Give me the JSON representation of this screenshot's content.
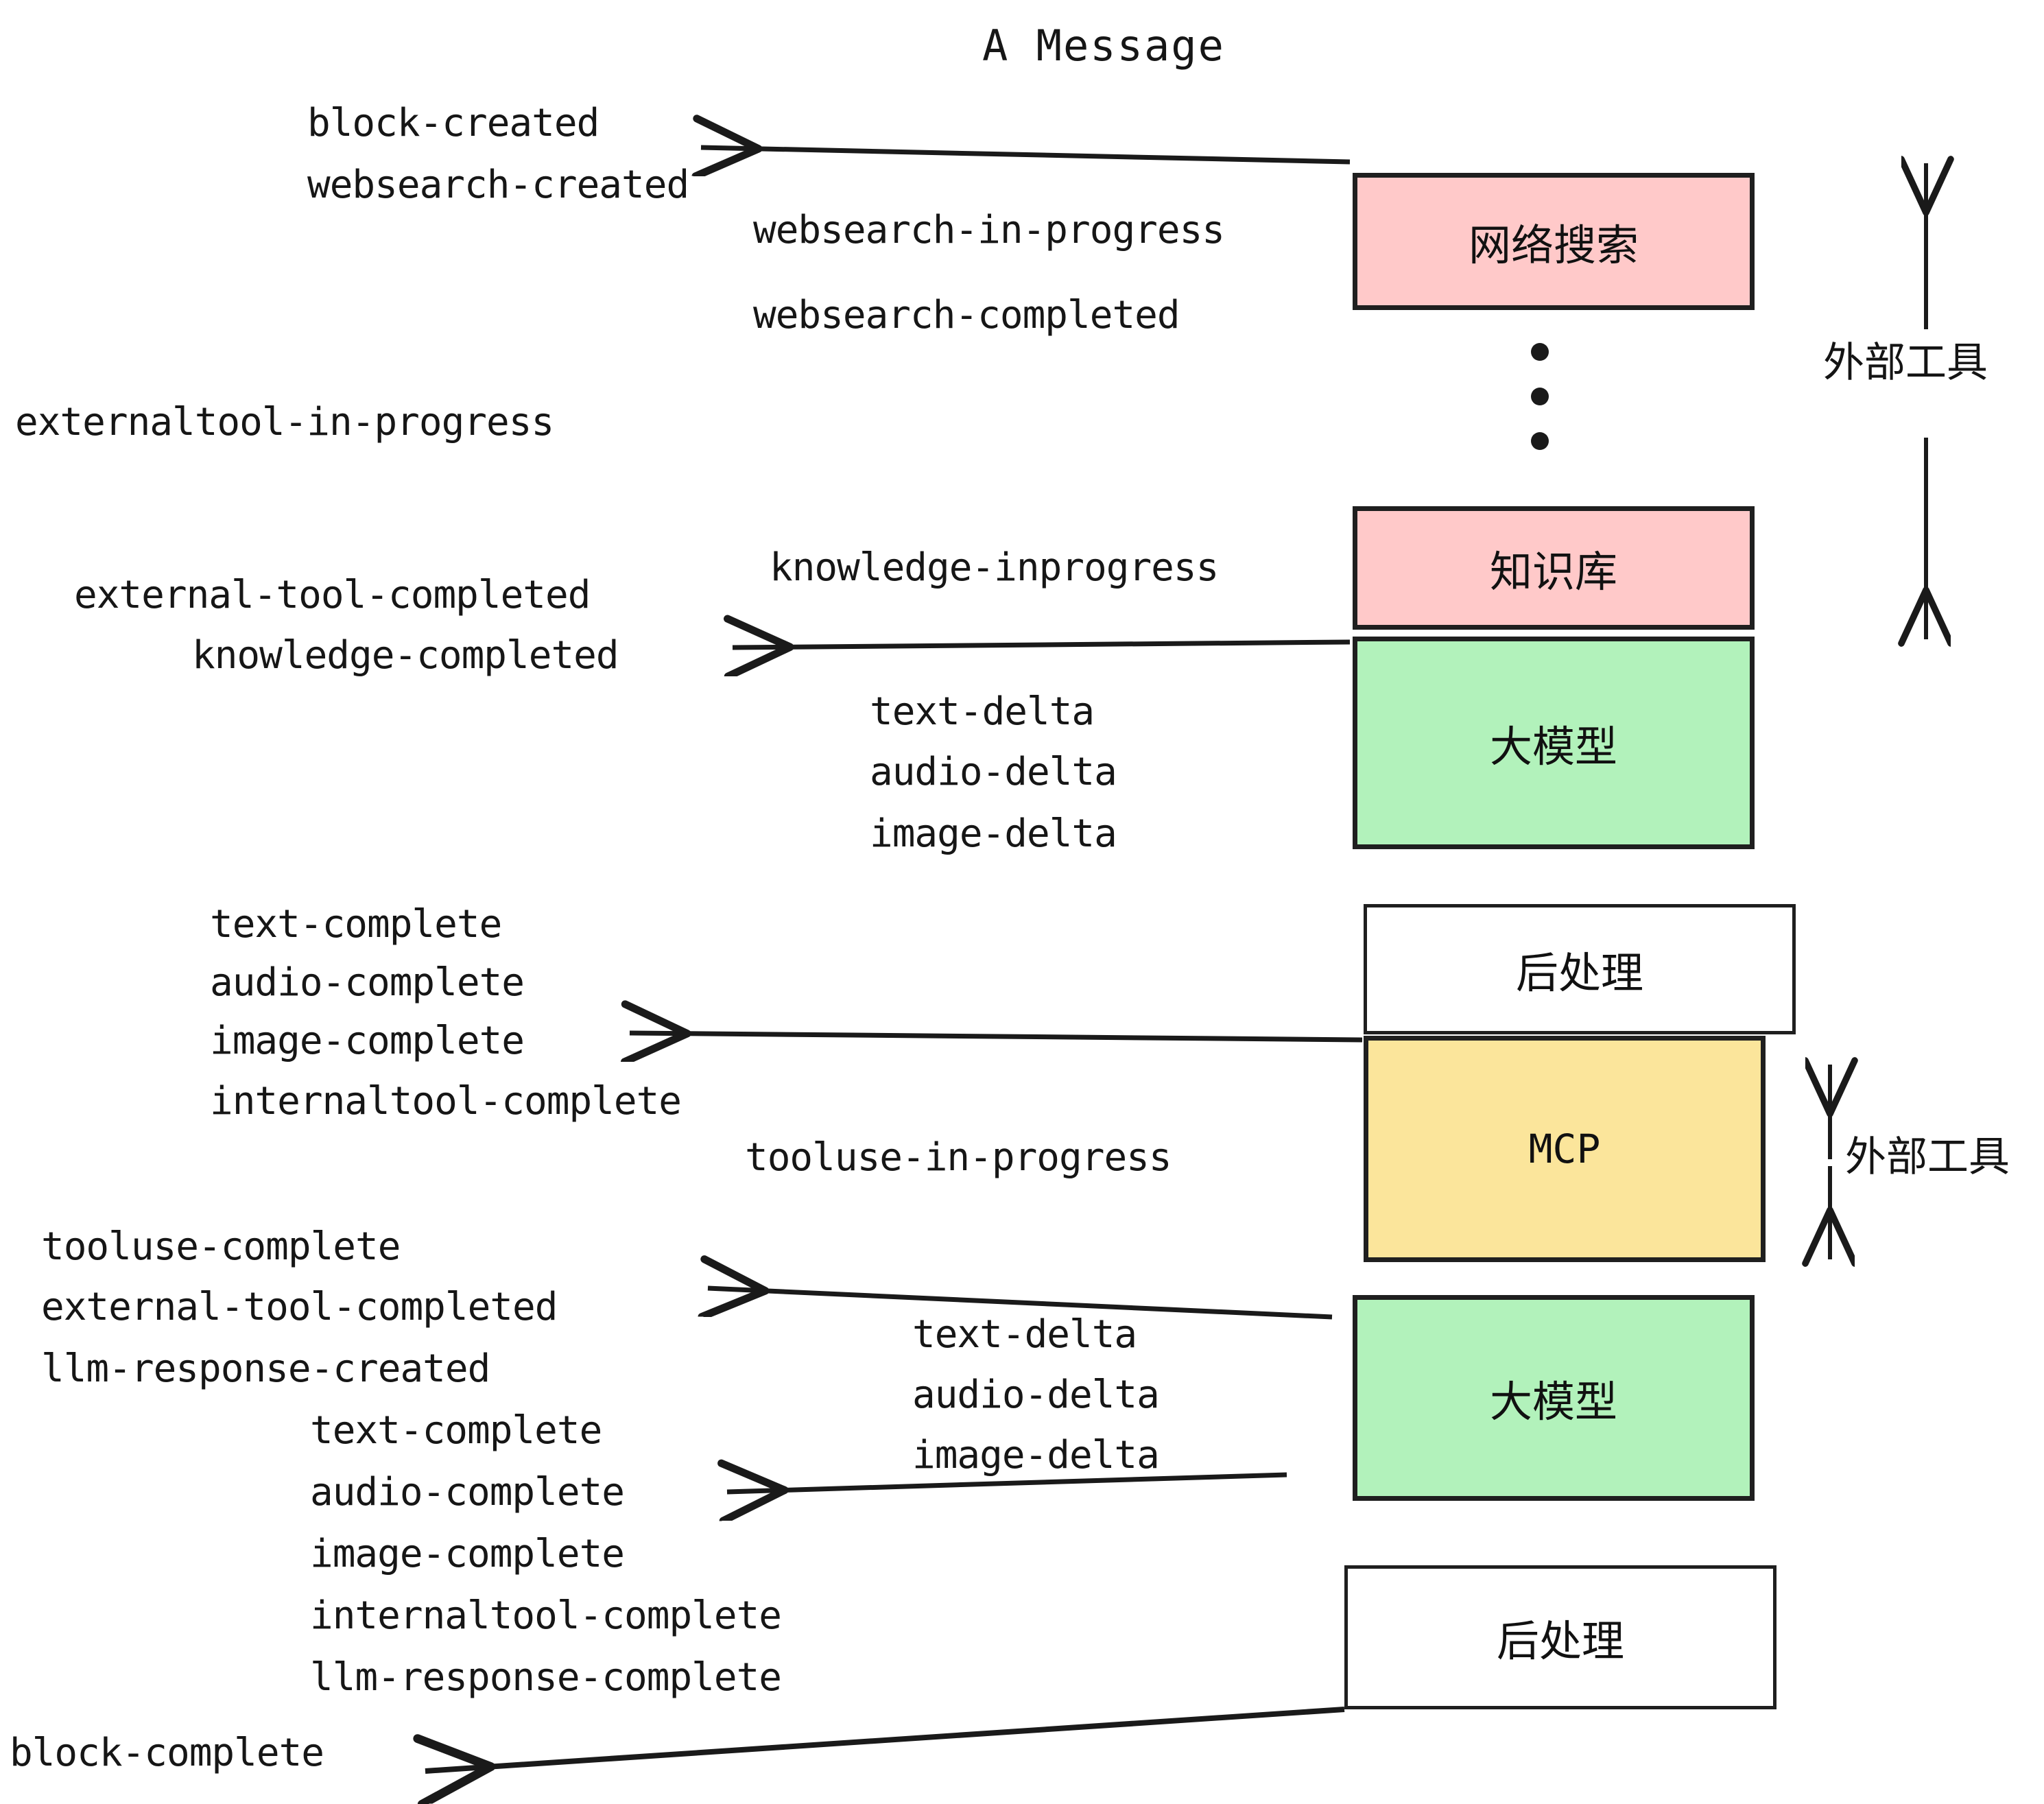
{
  "title": "A Message",
  "colors": {
    "pink": "#FFC9C9",
    "green": "#B2F2BB",
    "yellow": "#FBE59B",
    "white": "#FFFFFF",
    "stroke": "#1f1f1f",
    "text": "#161616"
  },
  "boxes": {
    "websearch": "网络搜索",
    "knowledge": "知识库",
    "llm_first": "大模型",
    "postprocess_first": "后处理",
    "mcp": "MCP",
    "llm_second": "大模型",
    "postprocess_second": "后处理"
  },
  "side_labels": {
    "external_tool_top": "外部工具",
    "external_tool_bottom": "外部工具"
  },
  "events": {
    "block_created": "block-created",
    "websearch_created": "websearch-created",
    "websearch_in_progress": "websearch-in-progress",
    "websearch_completed": "websearch-completed",
    "externaltool_in_progress": "externaltool-in-progress",
    "knowledge_inprogress": "knowledge-inprogress",
    "external_tool_completed_1": "external-tool-completed",
    "knowledge_completed": "knowledge-completed",
    "text_delta_1": "text-delta",
    "audio_delta_1": "audio-delta",
    "image_delta_1": "image-delta",
    "text_complete_1": "text-complete",
    "audio_complete_1": "audio-complete",
    "image_complete_1": "image-complete",
    "internaltool_complete_1": "internaltool-complete",
    "tooluse_in_progress": "tooluse-in-progress",
    "tooluse_complete": "tooluse-complete",
    "external_tool_completed_2": "external-tool-completed",
    "llm_response_created": "llm-response-created",
    "text_delta_2": "text-delta",
    "audio_delta_2": "audio-delta",
    "image_delta_2": "image-delta",
    "text_complete_2": "text-complete",
    "audio_complete_2": "audio-complete",
    "image_complete_2": "image-complete",
    "internaltool_complete_2": "internaltool-complete",
    "llm_response_complete": "llm-response-complete",
    "block_complete": "block-complete"
  },
  "ellipsis_dots": 3
}
